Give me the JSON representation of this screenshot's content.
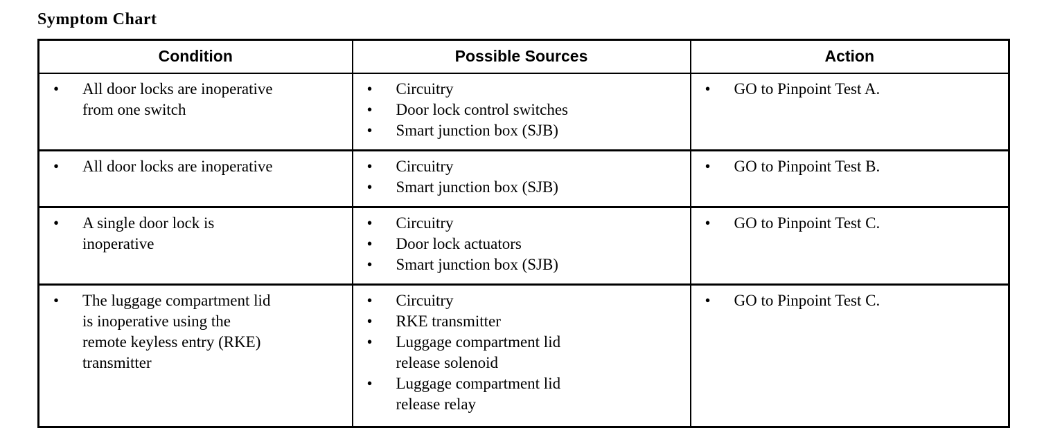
{
  "page": {
    "title": "Symptom Chart",
    "bullet_glyph": "•",
    "colors": {
      "text": "#000000",
      "background": "#ffffff",
      "border": "#000000"
    }
  },
  "table": {
    "headers": [
      {
        "label": "Condition"
      },
      {
        "label": "Possible Sources"
      },
      {
        "label": "Action"
      }
    ],
    "rows": [
      {
        "condition": [
          "All door locks are inoperative\nfrom one switch"
        ],
        "possible_sources": [
          "Circuitry",
          "Door lock control switches",
          "Smart junction box (SJB)"
        ],
        "action": [
          "GO to Pinpoint Test A."
        ]
      },
      {
        "condition": [
          "All door locks are inoperative"
        ],
        "possible_sources": [
          "Circuitry",
          "Smart junction box (SJB)"
        ],
        "action": [
          "GO to Pinpoint Test B."
        ]
      },
      {
        "condition": [
          "A single door lock is\ninoperative"
        ],
        "possible_sources": [
          "Circuitry",
          "Door lock actuators",
          "Smart junction box (SJB)"
        ],
        "action": [
          "GO to Pinpoint Test C."
        ]
      },
      {
        "condition": [
          "The luggage compartment lid\nis inoperative using the\nremote keyless entry (RKE)\ntransmitter"
        ],
        "possible_sources": [
          "Circuitry",
          "RKE transmitter",
          "Luggage compartment lid\nrelease solenoid",
          "Luggage compartment lid\nrelease relay"
        ],
        "action": [
          "GO to Pinpoint Test C."
        ]
      }
    ]
  }
}
